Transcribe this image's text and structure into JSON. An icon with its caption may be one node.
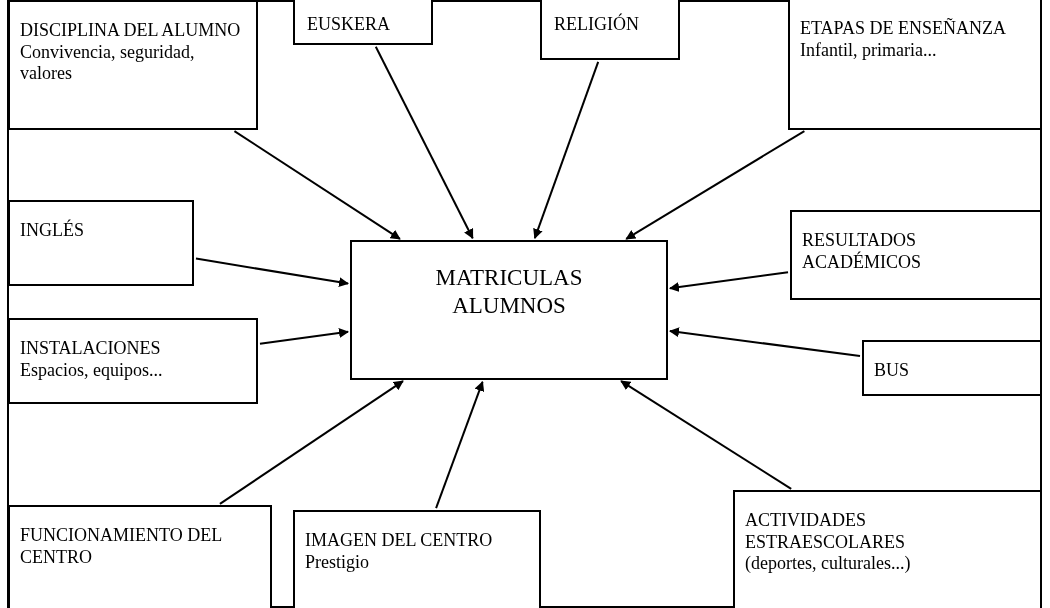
{
  "diagram": {
    "nodes": [
      {
        "text": [
          "DISCIPLINA DEL ALUMNO",
          "Convivencia, seguridad, valores"
        ]
      },
      {
        "text": [
          "EUSKERA"
        ]
      },
      {
        "text": [
          "RELIGIÓN"
        ]
      },
      {
        "text": [
          "ETAPAS DE ENSEÑANZA",
          "Infantil, primaria..."
        ]
      },
      {
        "text": [
          "INGLÉS"
        ]
      },
      {
        "text": [
          "MATRICULAS ALUMNOS"
        ]
      },
      {
        "text": [
          "RESULTADOS ACADÉMICOS"
        ]
      },
      {
        "text": [
          "INSTALACIONES",
          "Espacios, equipos..."
        ]
      },
      {
        "text": [
          "BUS"
        ]
      },
      {
        "text": [
          "FUNCIONAMIENTO DEL CENTRO"
        ]
      },
      {
        "text": [
          "IMAGEN DEL CENTRO",
          "Prestigio"
        ]
      },
      {
        "text": [
          "ACTIVIDADES ESTRAESCOLARES",
          "(deportes, culturales...)"
        ]
      }
    ],
    "edges": [
      {
        "from": 0,
        "to": 5,
        "arrow": "to"
      },
      {
        "from": 1,
        "to": 5,
        "arrow": "to"
      },
      {
        "from": 2,
        "to": 5,
        "arrow": "to"
      },
      {
        "from": 3,
        "to": 5,
        "arrow": "to"
      },
      {
        "from": 4,
        "to": 5,
        "arrow": "to"
      },
      {
        "from": 6,
        "to": 5,
        "arrow": "to"
      },
      {
        "from": 7,
        "to": 5,
        "arrow": "to"
      },
      {
        "from": 8,
        "to": 5,
        "arrow": "to"
      },
      {
        "from": 9,
        "to": 5,
        "arrow": "to"
      },
      {
        "from": 10,
        "to": 5,
        "arrow": "to"
      },
      {
        "from": 11,
        "to": 5,
        "arrow": "to"
      }
    ]
  }
}
